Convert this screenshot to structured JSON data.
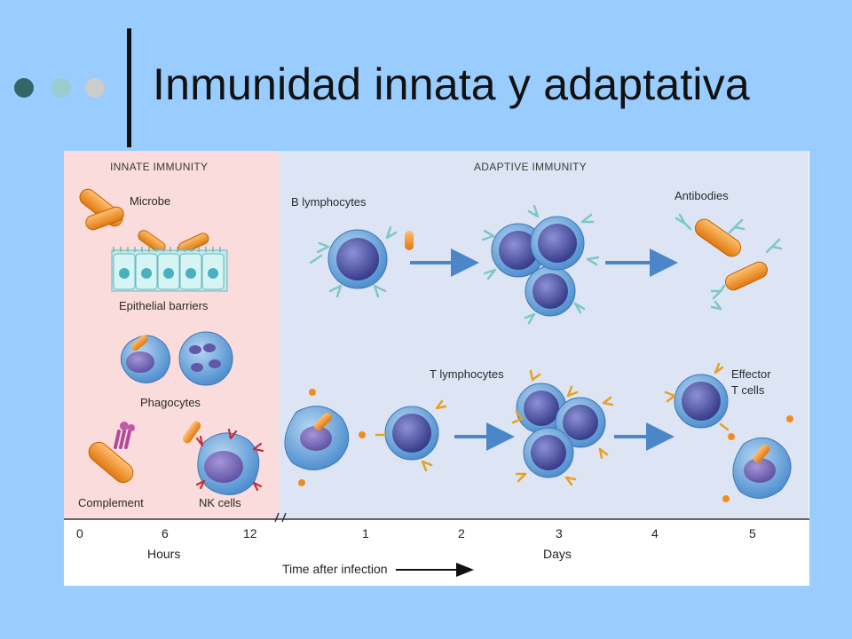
{
  "slide": {
    "title": "Inmunidad innata y adaptativa",
    "dot_colors": [
      "#336666",
      "#99cccc",
      "#cccccc"
    ]
  },
  "figure": {
    "innate_header": "INNATE IMMUNITY",
    "adaptive_header": "ADAPTIVE IMMUNITY",
    "labels": {
      "microbe": "Microbe",
      "epithelial": "Epithelial barriers",
      "phagocytes": "Phagocytes",
      "complement": "Complement",
      "nk": "NK cells",
      "b_lymph": "B lymphocytes",
      "antibodies": "Antibodies",
      "t_lymph": "T lymphocytes",
      "effector_1": "Effector",
      "effector_2": "T cells"
    },
    "axis": {
      "ticks": [
        "0",
        "6",
        "12",
        "1",
        "2",
        "3",
        "4",
        "5"
      ],
      "hours_label": "Hours",
      "days_label": "Days",
      "time_label": "Time after infection"
    }
  },
  "colors": {
    "cell_outer": "#6fa8dc",
    "cell_nucleus": "#4a50a0",
    "microbe": "#f08c1e",
    "antibody": "#7cc8c4",
    "tcr": "#e8a020",
    "arrow": "#4a86c8"
  }
}
